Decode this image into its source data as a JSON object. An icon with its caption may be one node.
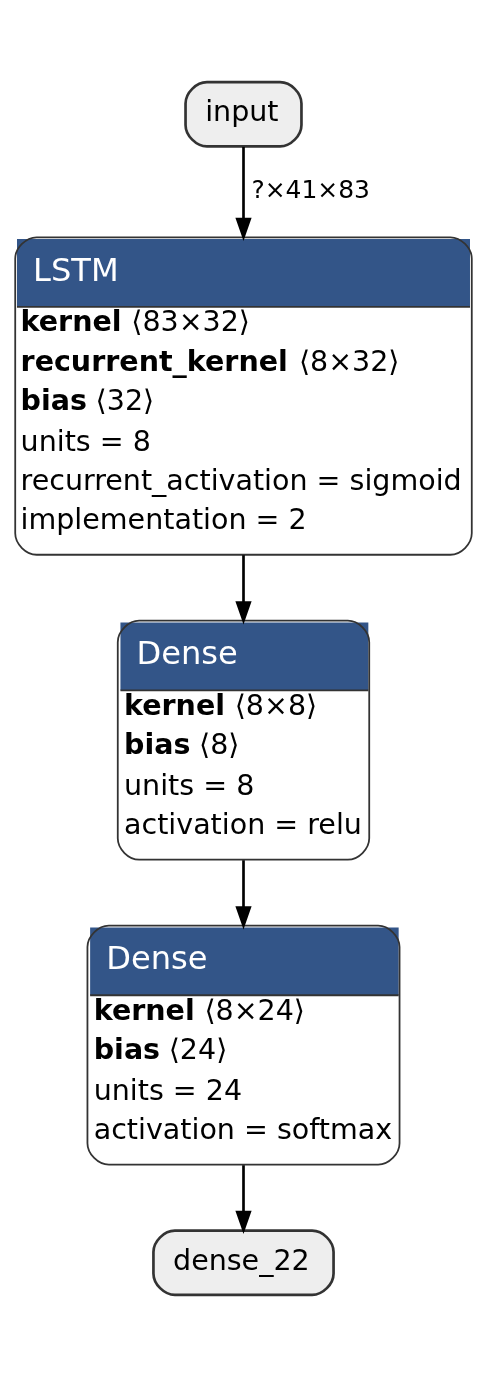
{
  "diagram": {
    "nodes": [
      {
        "text": [
          "input"
        ]
      },
      {
        "text": [
          "LSTM",
          "**kernel** ⟨83×32⟩",
          "**recurrent_kernel** ⟨8×32⟩",
          "**bias** ⟨32⟩",
          "units = 8",
          "recurrent_activation = sigmoid",
          "implementation = 2"
        ]
      },
      {
        "text": [
          "Dense",
          "**kernel** ⟨8×8⟩",
          "**bias** ⟨8⟩",
          "units = 8",
          "activation = relu"
        ]
      },
      {
        "text": [
          "Dense",
          "**kernel** ⟨8×24⟩",
          "**bias** ⟨24⟩",
          "units = 24",
          "activation = softmax"
        ]
      },
      {
        "text": [
          "dense_22"
        ]
      }
    ],
    "edges": [
      {
        "from": 0,
        "to": 1,
        "arrow": "to",
        "label": "?×41×83"
      },
      {
        "from": 1,
        "to": 2,
        "arrow": "to"
      },
      {
        "from": 2,
        "to": 3,
        "arrow": "to"
      },
      {
        "from": 3,
        "to": 4,
        "arrow": "to"
      }
    ]
  }
}
